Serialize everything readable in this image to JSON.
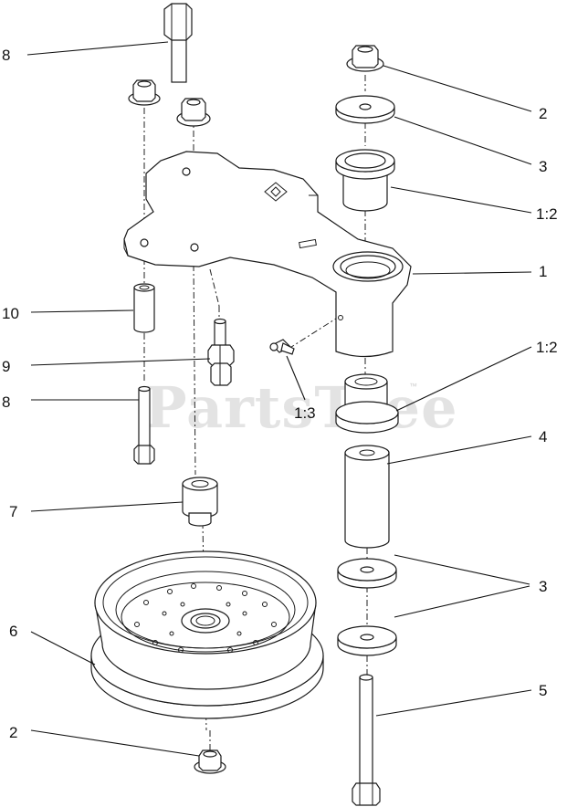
{
  "diagram": {
    "watermark": "PartsTree",
    "watermark_mark": "™",
    "callouts": [
      "8",
      "2",
      "3",
      "1:2",
      "1",
      "10",
      "9",
      "1:3",
      "1:2",
      "8",
      "4",
      "7",
      "3",
      "6",
      "5",
      "2"
    ]
  }
}
